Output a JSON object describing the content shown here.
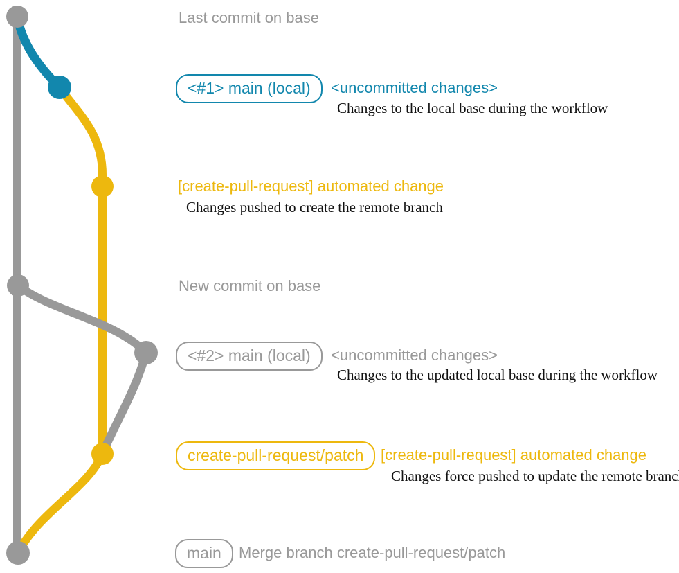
{
  "colors": {
    "gray": "#999999",
    "blue": "#1287ad",
    "yellow": "#edb80e",
    "note_text": "#111111"
  },
  "graph": {
    "base_branch": "gray trunk with commit dots",
    "local_branch_segment": "blue curve from base to local commit",
    "remote_branch": "yellow branch create-pull-request/patch",
    "update_branch": "gray curve for updated local base merging into remote branch"
  },
  "rows": {
    "last_commit": {
      "label": "Last commit on base"
    },
    "commit1": {
      "badge": "<#1> main (local)",
      "heading": "<uncommitted changes>",
      "note": "Changes to the local base during the workflow"
    },
    "push1": {
      "heading": "[create-pull-request] automated change",
      "note": "Changes pushed to create the remote branch"
    },
    "new_commit": {
      "label": "New commit on base"
    },
    "commit2": {
      "badge": "<#2> main (local)",
      "heading": "<uncommitted changes>",
      "note": "Changes to the updated local base during the workflow"
    },
    "push2": {
      "badge": "create-pull-request/patch",
      "heading": "[create-pull-request] automated change",
      "note": "Changes force pushed to update the remote branch"
    },
    "merge": {
      "badge": "main",
      "label": "Merge branch create-pull-request/patch"
    }
  }
}
